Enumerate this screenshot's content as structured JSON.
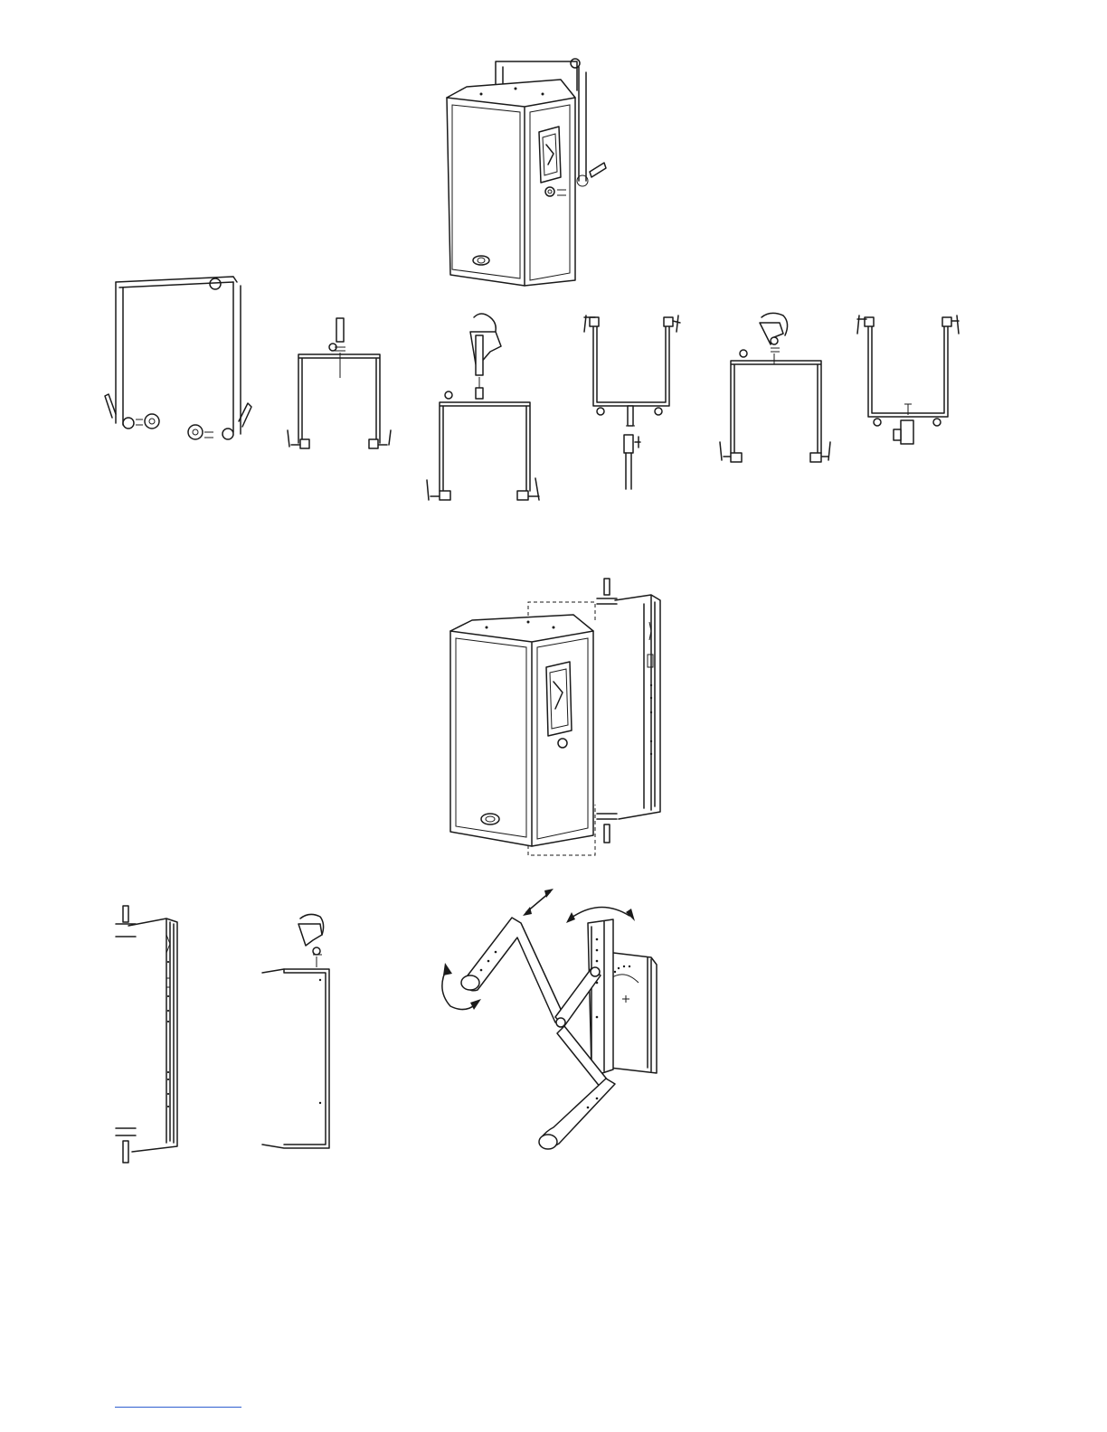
{
  "page": {
    "footer_rule_color": "#2f5fd0",
    "line_color": "#1a1a1a"
  },
  "figures": [
    {
      "id": "speaker-with-u-bracket",
      "icon": "speaker-cabinet"
    },
    {
      "id": "u-bracket-side-knobs",
      "icon": "u-bracket"
    },
    {
      "id": "u-bracket-eyebolt-top",
      "icon": "u-bracket"
    },
    {
      "id": "u-bracket-clamp-top",
      "icon": "u-bracket"
    },
    {
      "id": "u-bracket-pole-mount",
      "icon": "u-bracket"
    },
    {
      "id": "u-bracket-clamp-mount",
      "icon": "u-bracket"
    },
    {
      "id": "u-bracket-bottom-adapter",
      "icon": "u-bracket"
    },
    {
      "id": "speaker-with-flat-bracket",
      "icon": "speaker-cabinet"
    },
    {
      "id": "flat-bracket-front",
      "icon": "flat-bracket"
    },
    {
      "id": "flat-bracket-clamp",
      "icon": "flat-bracket"
    },
    {
      "id": "wall-mount-articulated",
      "icon": "wall-mount"
    }
  ]
}
